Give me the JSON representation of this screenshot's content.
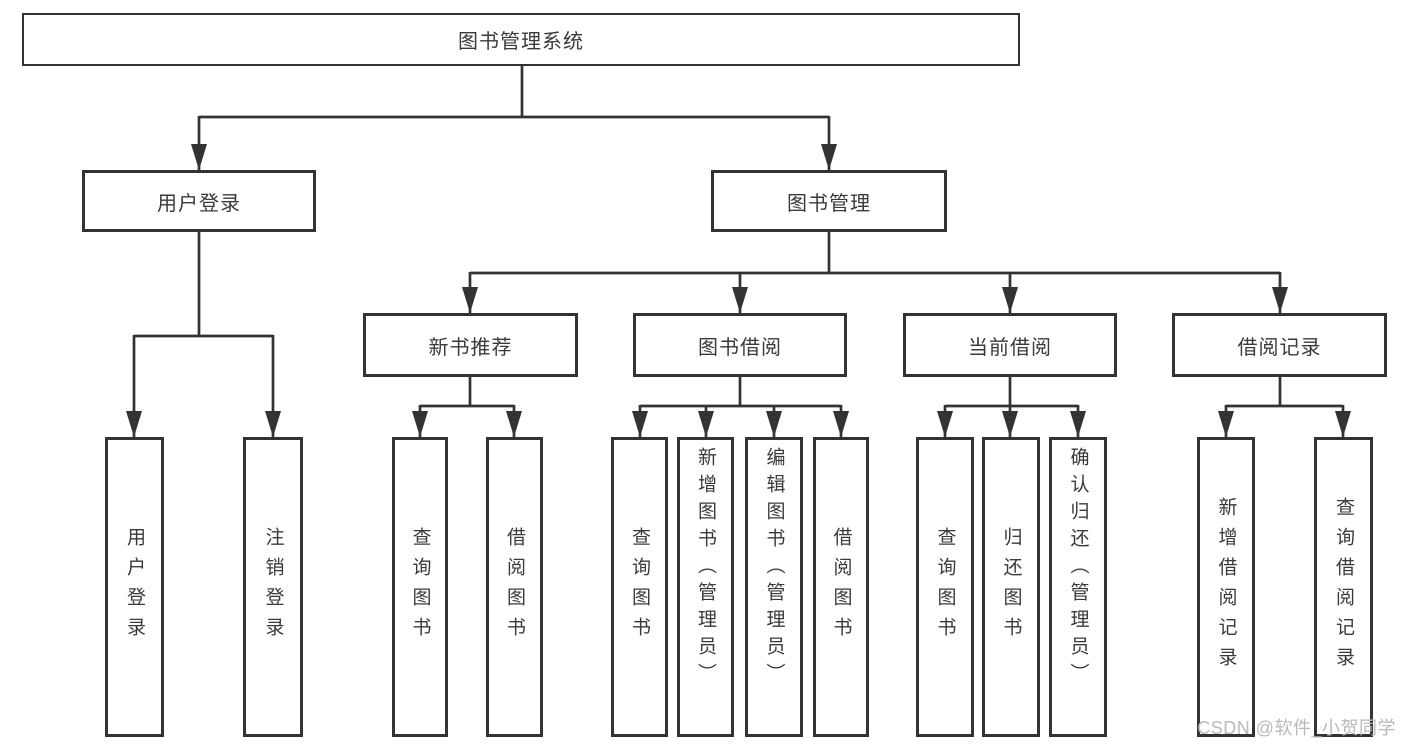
{
  "diagram_title": "图书管理系统",
  "nodes": {
    "root": {
      "label": "图书管理系统"
    },
    "user_login": {
      "label": "用户登录"
    },
    "book_mgmt": {
      "label": "图书管理"
    },
    "new_book_rec": {
      "label": "新书推荐"
    },
    "book_borrow": {
      "label": "图书借阅"
    },
    "current_borrow": {
      "label": "当前借阅"
    },
    "borrow_records": {
      "label": "借阅记录"
    },
    "leaf_user_login": {
      "label": "用户登录"
    },
    "leaf_logout": {
      "label": "注销登录"
    },
    "leaf_query_books_rec": {
      "label": "查询图书"
    },
    "leaf_borrow_books_rec": {
      "label": "借阅图书"
    },
    "leaf_query_books_borrow": {
      "label": "查询图书"
    },
    "leaf_add_books_admin": {
      "label": "新增图书（管理员）"
    },
    "leaf_edit_books_admin": {
      "label": "编辑图书（管理员）"
    },
    "leaf_borrow_books_borrow": {
      "label": "借阅图书"
    },
    "leaf_query_books_current": {
      "label": "查询图书"
    },
    "leaf_return_books": {
      "label": "归还图书"
    },
    "leaf_confirm_return_admin": {
      "label": "确认归还（管理员）"
    },
    "leaf_add_borrow_record": {
      "label": "新增借阅记录"
    },
    "leaf_query_borrow_record": {
      "label": "查询借阅记录"
    }
  },
  "watermark": {
    "text": "CSDN @软件_小贺同学"
  },
  "colors": {
    "line": "#333333",
    "box_border": "#333333",
    "text": "#3a3a3a",
    "watermark": "#b9b9b9",
    "background": "#ffffff"
  }
}
